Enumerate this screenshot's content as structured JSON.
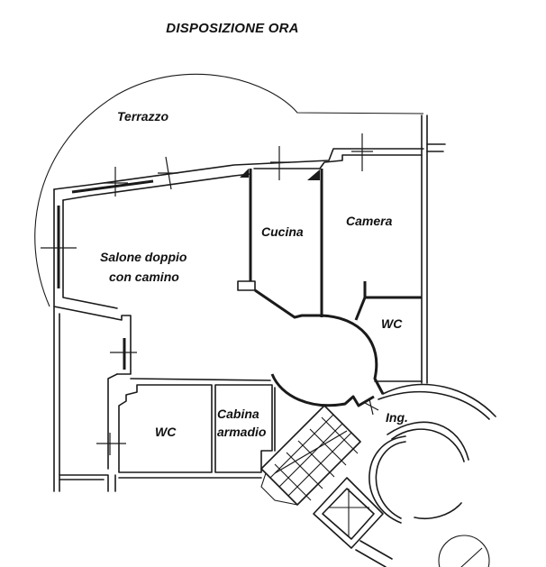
{
  "title": "DISPOSIZIONE ORA",
  "rooms": [
    {
      "id": "terrazzo",
      "label": "Terrazzo"
    },
    {
      "id": "salone",
      "label_lines": [
        "Salone doppio",
        "con camino"
      ]
    },
    {
      "id": "cucina",
      "label": "Cucina"
    },
    {
      "id": "camera",
      "label": "Camera"
    },
    {
      "id": "wc-1",
      "label": "WC"
    },
    {
      "id": "wc-2",
      "label": "WC"
    },
    {
      "id": "cabina",
      "label_lines": [
        "Cabina",
        "armadio"
      ]
    },
    {
      "id": "ingresso",
      "label": "Ing."
    }
  ],
  "colors": {
    "ink": "#1a1a1a",
    "paper": "#ffffff"
  }
}
